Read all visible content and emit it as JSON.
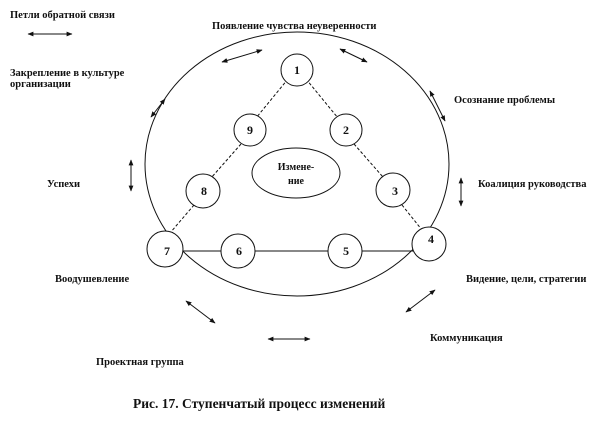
{
  "legend": {
    "label": "Петли обратной связи",
    "icon": "double-arrow-icon"
  },
  "center": {
    "line1": "Измене-",
    "line2": "ние"
  },
  "nodes": [
    "1",
    "2",
    "3",
    "4",
    "5",
    "6",
    "7",
    "8",
    "9"
  ],
  "stages": {
    "top": "Появление чувства неуверенности",
    "right_top": "Осознание проблемы",
    "right_mid": "Коалиция руководства",
    "right_low": "Видение, цели, стратегии",
    "bottom_right": "Коммуникация",
    "bottom_left": "Проектная группа",
    "left_low": "Воодушевление",
    "left_mid": "Успехи",
    "left_top": "Закрепление в культуре организации"
  },
  "caption": "Рис. 17. Ступенчатый процесс изменений"
}
